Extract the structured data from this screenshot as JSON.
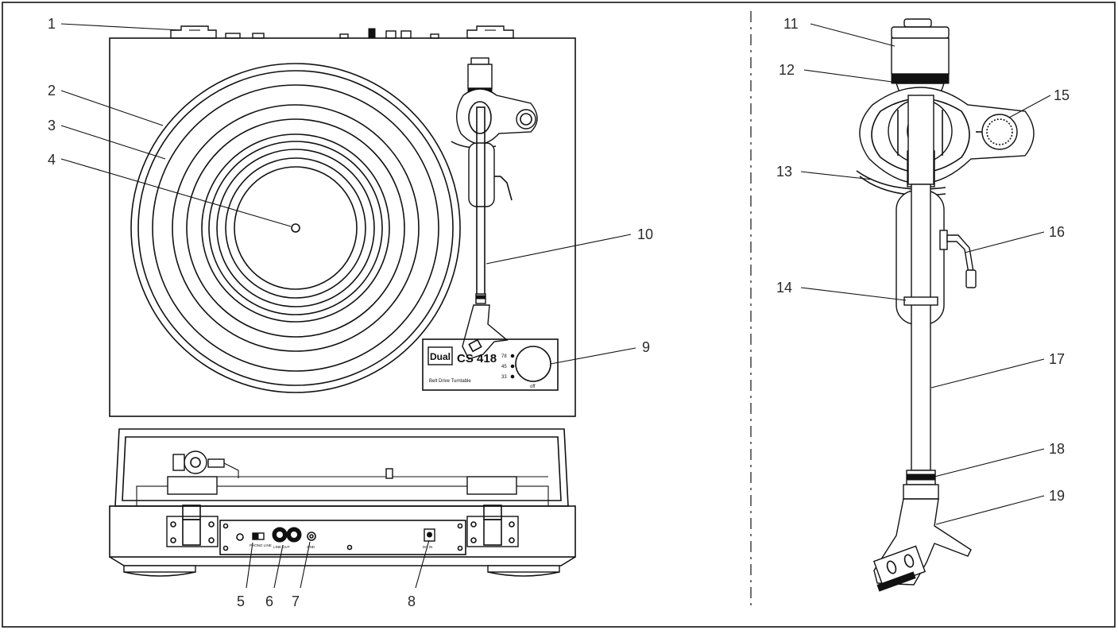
{
  "brand": {
    "logo_text": "Dual",
    "model_text": "CS 418",
    "subtitle": "Belt Drive Turntable"
  },
  "speed_labels": [
    "78",
    "45",
    "33"
  ],
  "off_label": "off",
  "rear_panel_labels": [
    "PHONO LINE",
    "LINE OUT",
    "GND",
    "DC IN"
  ],
  "callouts": [
    "1",
    "2",
    "3",
    "4",
    "5",
    "6",
    "7",
    "8",
    "9",
    "10",
    "11",
    "12",
    "13",
    "14",
    "15",
    "16",
    "17",
    "18",
    "19"
  ]
}
